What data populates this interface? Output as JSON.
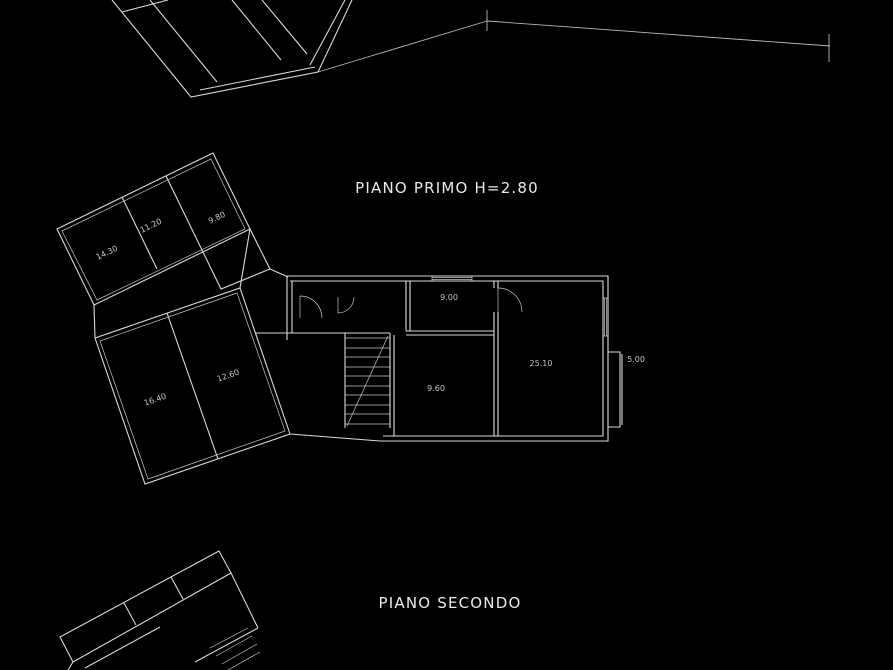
{
  "page": {
    "background": "#000000",
    "line_color": "#d9d9d9",
    "title_color": "#eaeaea",
    "label_color": "#c6c6c6"
  },
  "plans": {
    "piano_primo": {
      "title": "PIANO PRIMO H=2.80",
      "rooms": [
        {
          "id": "left-wing-room-1",
          "area": "14.30"
        },
        {
          "id": "left-wing-room-2",
          "area": "11.20"
        },
        {
          "id": "left-wing-room-3",
          "area": "9.80"
        },
        {
          "id": "lower-wing-room-1",
          "area": "16.40"
        },
        {
          "id": "lower-wing-room-2",
          "area": "12.60"
        },
        {
          "id": "center-room-top",
          "area": "9.00"
        },
        {
          "id": "center-room-bottom",
          "area": "9.60"
        },
        {
          "id": "right-room",
          "area": "25.10"
        },
        {
          "id": "balcony",
          "area": "5.00"
        }
      ]
    },
    "piano_secondo": {
      "title": "PIANO SECONDO"
    }
  }
}
